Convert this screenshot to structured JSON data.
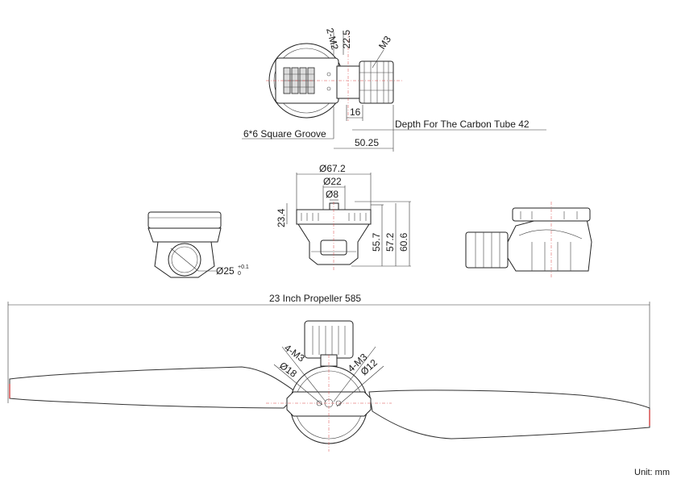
{
  "top_view": {
    "labels": {
      "m2": "2-M2",
      "d225": "22.5",
      "m3": "M3",
      "d16": "16",
      "carbon_tube": "Depth For The Carbon Tube 42",
      "square_groove": "6*6 Square Groove",
      "d5025": "50.25"
    }
  },
  "front_view": {
    "labels": {
      "dia672": "Ø67.2",
      "dia22": "Ø22",
      "dia8": "Ø8",
      "h234": "23.4",
      "h557": "55.7",
      "h572": "57.2",
      "h606": "60.6"
    }
  },
  "left_view": {
    "labels": {
      "dia25": "Ø25",
      "tol_upper": "+0.1",
      "tol_lower": "0"
    }
  },
  "propeller_view": {
    "labels": {
      "propeller": "23 Inch Propeller 585",
      "m3_left": "4-M3",
      "dia18": "Ø18",
      "m3_right": "4-M3",
      "dia12": "Ø12"
    }
  },
  "unit": "Unit: mm"
}
